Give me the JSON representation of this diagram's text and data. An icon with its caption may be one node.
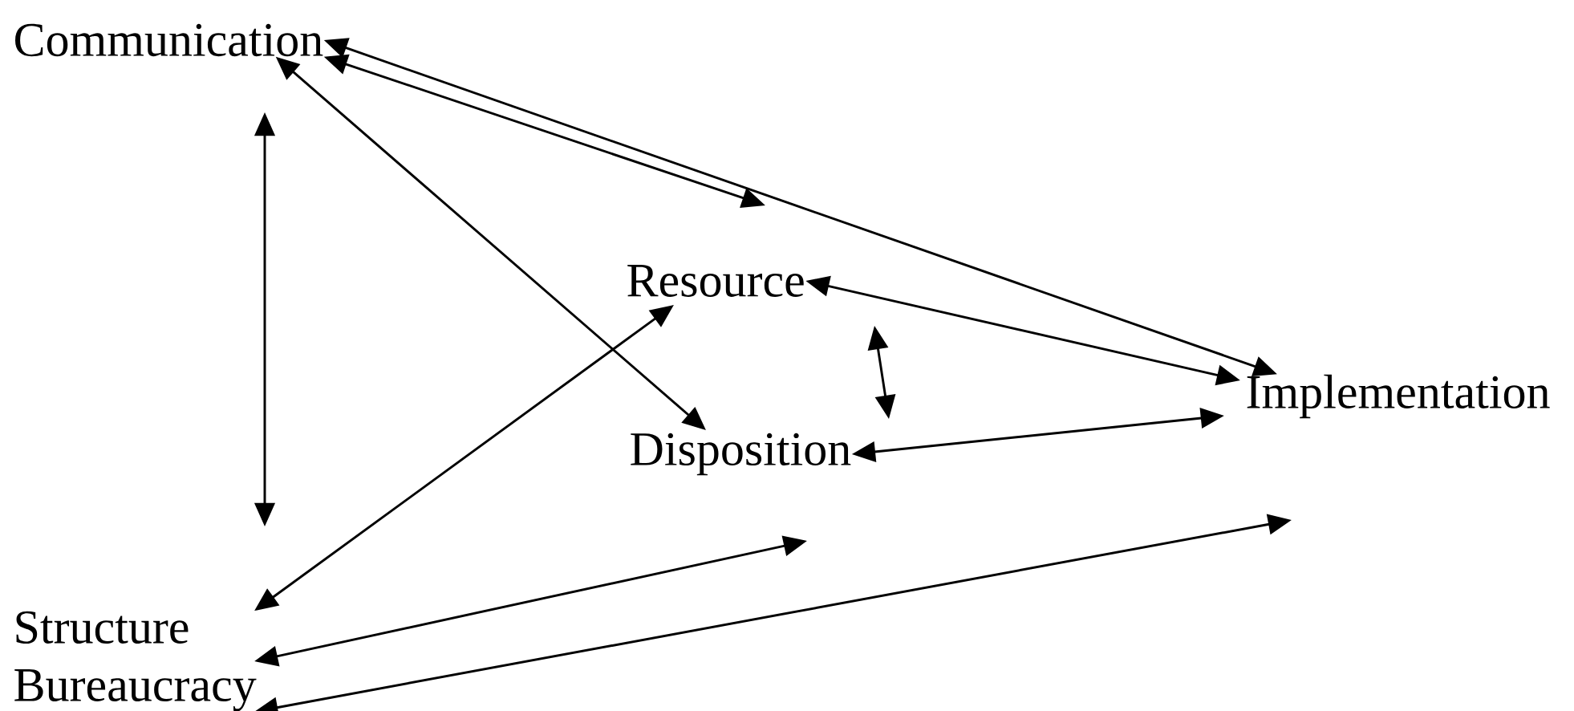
{
  "diagram": {
    "nodes": [
      {
        "text": [
          "Communication"
        ]
      },
      {
        "text": [
          "Resource"
        ]
      },
      {
        "text": [
          "Implementation"
        ]
      },
      {
        "text": [
          "Disposition"
        ]
      },
      {
        "text": [
          "Structure Bureaucracy"
        ]
      }
    ],
    "edges": [
      {
        "from": 0,
        "to": 4,
        "arrow": "both"
      },
      {
        "from": 0,
        "to": 3,
        "arrow": "both"
      },
      {
        "from": 0,
        "to": 1,
        "arrow": "both"
      },
      {
        "from": 0,
        "to": 2,
        "arrow": "both"
      },
      {
        "from": 4,
        "to": 1,
        "arrow": "both"
      },
      {
        "from": 1,
        "to": 3,
        "arrow": "both"
      },
      {
        "from": 1,
        "to": 2,
        "arrow": "both"
      },
      {
        "from": 3,
        "to": 2,
        "arrow": "both"
      },
      {
        "from": 4,
        "to": 3,
        "arrow": "both"
      },
      {
        "from": 4,
        "to": 2,
        "arrow": "both"
      }
    ]
  }
}
